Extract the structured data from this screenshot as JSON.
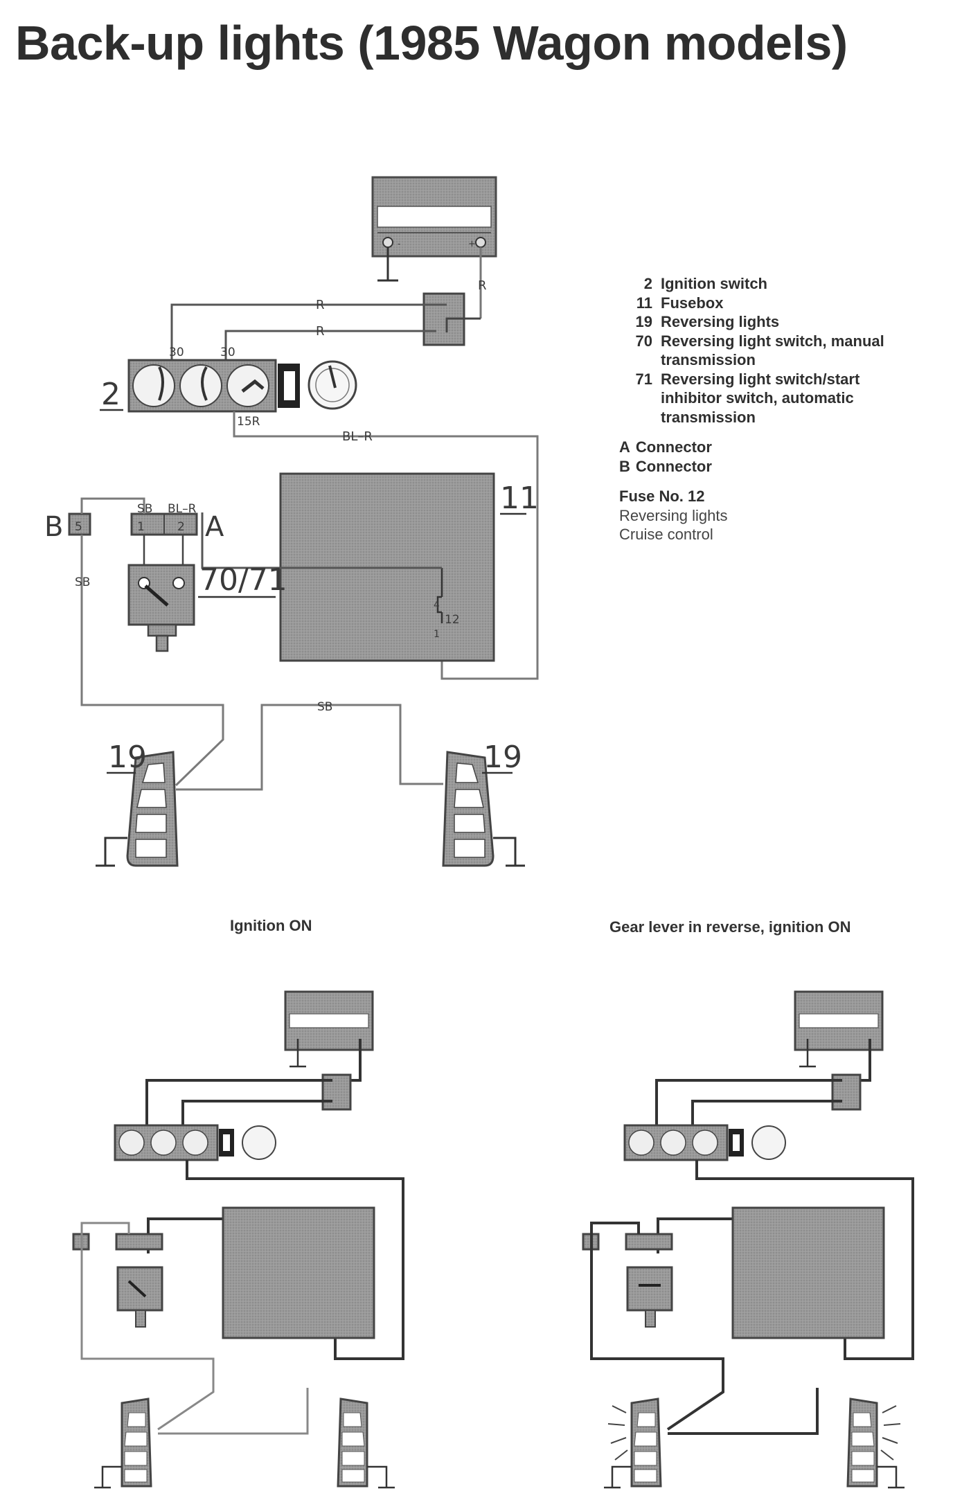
{
  "title": "Back-up lights (1985 Wagon models)",
  "legend": {
    "items": [
      {
        "num": "2",
        "text": "Ignition switch"
      },
      {
        "num": "11",
        "text": "Fusebox"
      },
      {
        "num": "19",
        "text": "Reversing lights"
      },
      {
        "num": "70",
        "text": "Reversing light switch, manual transmission"
      },
      {
        "num": "71",
        "text": "Reversing light switch/start inhibitor switch, automatic transmission"
      }
    ],
    "connectors": [
      {
        "num": "A",
        "text": "Connector"
      },
      {
        "num": "B",
        "text": "Connector"
      }
    ],
    "fuse": {
      "title": "Fuse No. 12",
      "lines": [
        "Reversing lights",
        "Cruise control"
      ]
    }
  },
  "diagram": {
    "component_labels": {
      "ignition_switch": "2",
      "fusebox": "11",
      "switch": "70/71",
      "light_left": "19",
      "light_right": "19",
      "connector_a": "A",
      "connector_b": "B"
    },
    "wire_labels": {
      "battery_out": "R",
      "upper_r": "R",
      "lower_r": "R",
      "terminal_30_left": "30",
      "terminal_30_right": "30",
      "terminal_15r": "15R",
      "bl_r": "BL–R",
      "sb_a": "SB",
      "bl_r_a": "BL–R",
      "sb_b": "SB",
      "sb_bottom": "SB"
    },
    "pin_labels": {
      "b5": "5",
      "a1": "1",
      "a2": "2",
      "fuse_in": "4",
      "fuse_out": "1",
      "fuse_no": "12"
    }
  },
  "panels": [
    {
      "caption": "Ignition ON"
    },
    {
      "caption": "Gear lever in reverse, ignition ON"
    }
  ]
}
